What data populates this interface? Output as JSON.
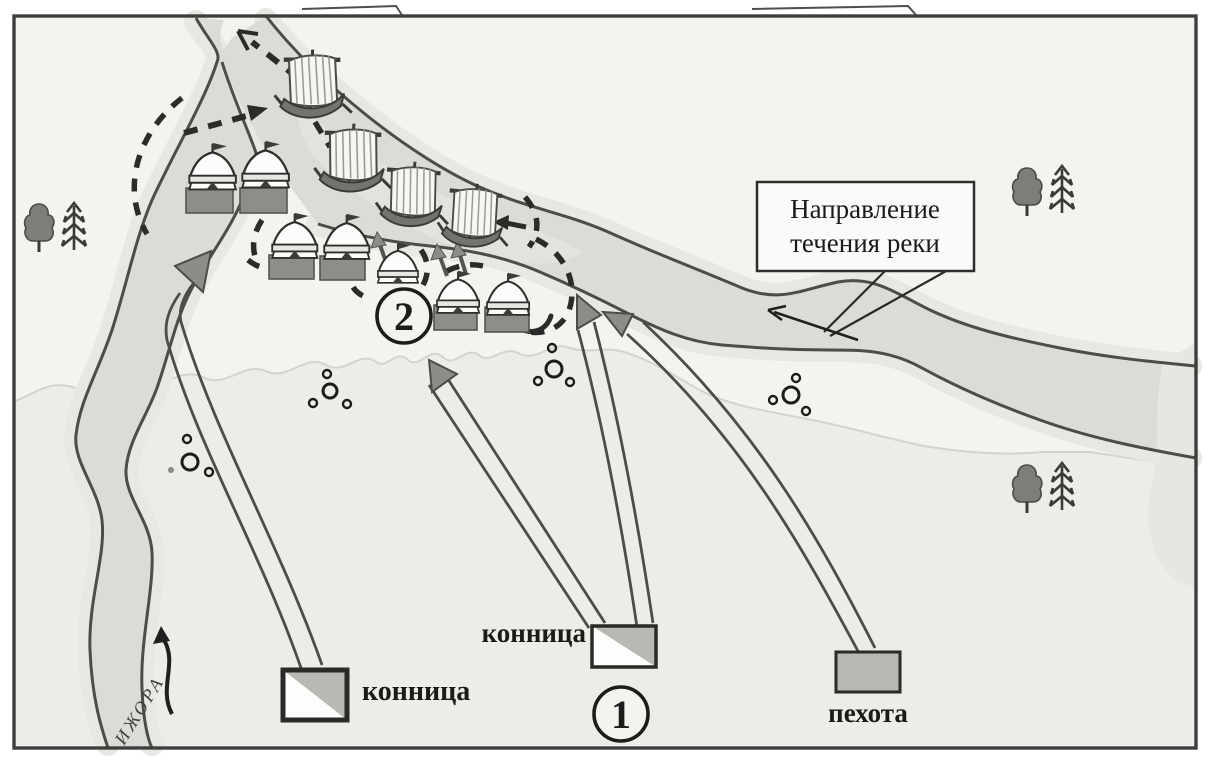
{
  "map": {
    "title_hint": "battle scheme (Neva battle style map)",
    "flow_box": {
      "line1": "Направление",
      "line2": "течения реки"
    },
    "river_name": "ИЖОРА",
    "legend": {
      "cavalry_left": "конница",
      "cavalry_center": "конница",
      "infantry": "пехота"
    },
    "markers": {
      "m1": "1",
      "m2": "2"
    },
    "icons": {
      "ship": "ship-icon",
      "tent": "tent-icon",
      "tree_deciduous": "tree-deciduous-icon",
      "tree_conifer": "tree-conifer-icon",
      "flow_arrow": "flow-arrow-icon"
    },
    "counts": {
      "ships": 4,
      "tents": 7,
      "camp_blocks": 6,
      "tree_pairs": 3,
      "stone_clusters": 4
    },
    "colors": {
      "land": "#f4f3f0",
      "lowland": "#eeece8",
      "water": "#dcdbd8",
      "shore_halo": "#e8e7e3",
      "line": "#4c4c4a",
      "dark": "#2b2b29",
      "unit_block": "#8d8d8a",
      "legend_gray": "#b9b8b5"
    }
  }
}
